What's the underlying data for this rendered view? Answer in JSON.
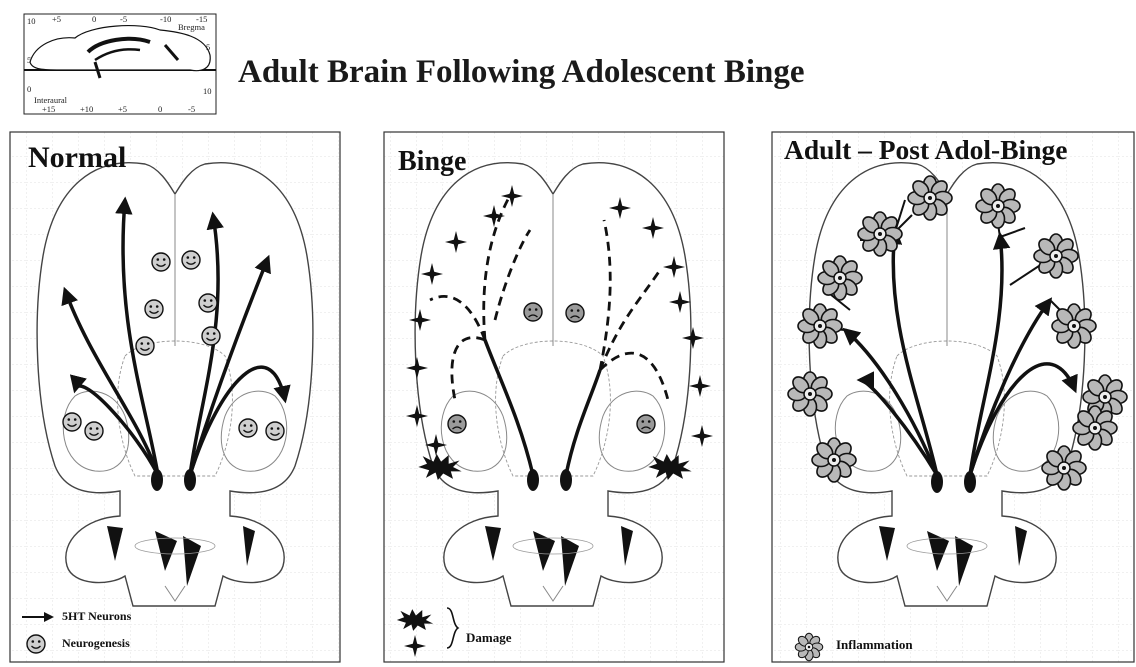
{
  "title": "Adult Brain Following Adolescent Binge",
  "inset": {
    "top_ticks": [
      "+5",
      "0",
      "-5",
      "-10",
      "-15"
    ],
    "top_left_tick": "10",
    "bregma_label": "Bregma",
    "right_ticks": [
      "5",
      "10"
    ],
    "left_ticks": [
      "5",
      "0"
    ],
    "interaural_label": "Interaural",
    "bottom_ticks": [
      "+15",
      "+10",
      "+5",
      "0",
      "-5"
    ]
  },
  "panels": [
    {
      "title": "Normal",
      "legend": [
        {
          "icon": "arrow-icon",
          "label": "5HT Neurons"
        },
        {
          "icon": "smiley-icon",
          "label": "Neurogenesis"
        }
      ]
    },
    {
      "title": "Binge",
      "legend": [
        {
          "icon": "burst-and-star-icons",
          "label": "Damage"
        }
      ]
    },
    {
      "title": "Adult – Post Adol-Binge",
      "legend": [
        {
          "icon": "flower-icon",
          "label": "Inflammation"
        }
      ]
    }
  ]
}
